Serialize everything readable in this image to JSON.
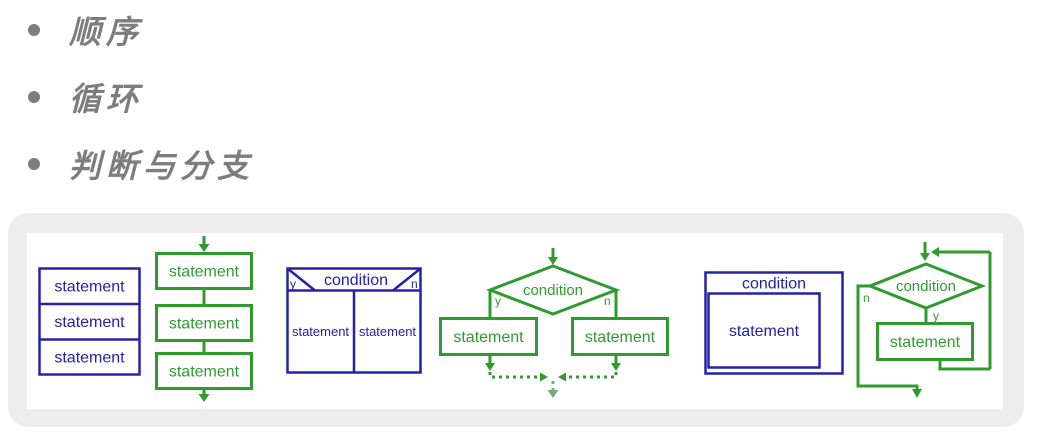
{
  "bullets": [
    {
      "label": "顺序"
    },
    {
      "label": "循环"
    },
    {
      "label": "判断与分支"
    }
  ],
  "colors": {
    "ns_blue": "#2222aa",
    "flow_green": "#2f9b2f",
    "muted_green": "#7fa87f",
    "bullet_gray": "#7d7d7d",
    "panel_gray": "#ededed",
    "canvas_white": "#ffffff"
  },
  "diagrams": {
    "ns_sequence": {
      "rows": [
        "statement",
        "statement",
        "statement"
      ]
    },
    "flow_sequence": {
      "boxes": [
        "statement",
        "statement",
        "statement"
      ]
    },
    "ns_branch": {
      "condition": "condition",
      "yes": "y",
      "no": "n",
      "left": "statement",
      "right": "statement"
    },
    "flow_branch": {
      "condition": "condition",
      "yes": "y",
      "no": "n",
      "left": "statement",
      "right": "statement"
    },
    "ns_loop": {
      "condition": "condition",
      "body": "statement"
    },
    "flow_loop": {
      "condition": "condition",
      "yes": "y",
      "no": "n",
      "body": "statement"
    }
  }
}
